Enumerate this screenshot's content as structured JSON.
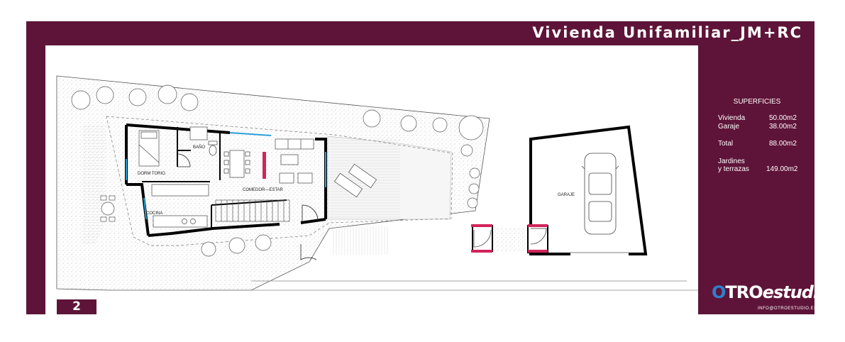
{
  "header": {
    "title": "Vivienda Unifamiliar_JM+RC"
  },
  "panel": {
    "title": "PLANTA BAJA",
    "subtitle": "SUPERFICIES",
    "rows": [
      {
        "label": "Vivienda",
        "value": "50.00m2"
      },
      {
        "label": "Garaje",
        "value": "38.00m2"
      },
      {
        "label": "Total",
        "value": "88.00m2"
      },
      {
        "label": "Jardines",
        "value": ""
      },
      {
        "label": "y terrazas",
        "value": "149.00m2"
      }
    ]
  },
  "rooms": {
    "dormitorio": "DORM TORIO",
    "bano": "BAÑO",
    "comedor": "COMEDOR—ESTAR",
    "cocina": "COCINA",
    "garaje": "GARAJE"
  },
  "logo": {
    "o": "O",
    "tro": "TRO",
    "estudio": "estudio",
    "email": "INFO@OTROESTUDIO.ES"
  },
  "page": {
    "number": "2"
  },
  "colors": {
    "brand": "#5e1438",
    "accent": "#d2245a",
    "logo_blue": "#2f7fcf"
  }
}
